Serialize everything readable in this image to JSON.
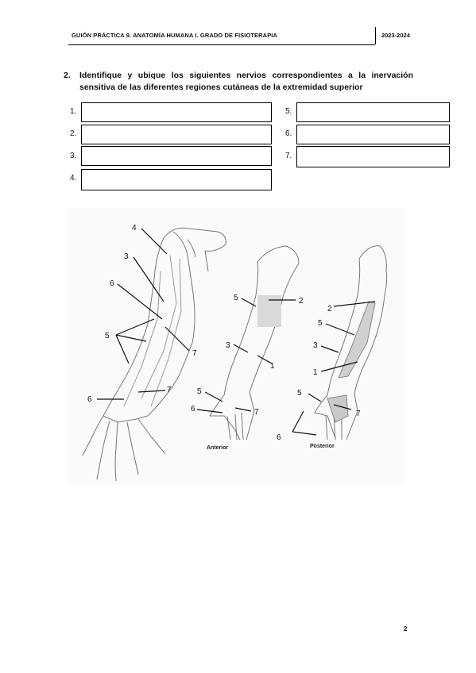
{
  "header": {
    "title": "GUIÓN PRÁCTICA 9. ANATOMÍA HUMANA I. GRADO DE FISIOTERAPIA",
    "year": "2023-2024"
  },
  "question": {
    "number": "2.",
    "text": "Identifique y ubique los siguientes nervios correspondientes a la inervación sensitiva de las diferentes regiones cutáneas de la extremidad superior"
  },
  "fields": {
    "left": [
      {
        "label": "1.",
        "value": ""
      },
      {
        "label": "2.",
        "value": ""
      },
      {
        "label": "3.",
        "value": ""
      },
      {
        "label": "4.",
        "value": ""
      }
    ],
    "right": [
      {
        "label": "5.",
        "value": ""
      },
      {
        "label": "6.",
        "value": ""
      },
      {
        "label": "7.",
        "value": ""
      }
    ]
  },
  "figure": {
    "arm_labels": [
      "4",
      "3",
      "6",
      "5",
      "7",
      "6",
      "7"
    ],
    "anterior_labels": [
      "5",
      "2",
      "3",
      "1",
      "5",
      "6",
      "7"
    ],
    "posterior_labels": [
      "2",
      "5",
      "3",
      "1",
      "5",
      "7",
      "6"
    ],
    "caption_anterior": "Anterior",
    "caption_posterior": "Posterior"
  },
  "page_number": "2"
}
